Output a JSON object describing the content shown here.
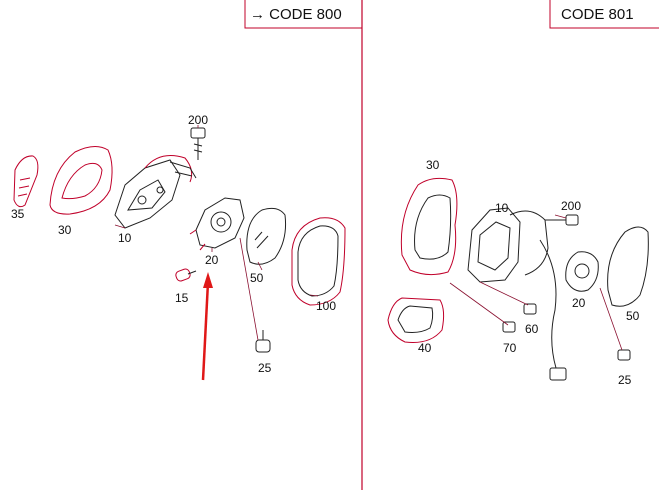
{
  "left_panel": {
    "code_label": "CODE 800",
    "callouts": [
      "35",
      "30",
      "10",
      "200",
      "20",
      "50",
      "100",
      "15",
      "25"
    ]
  },
  "right_panel": {
    "code_label": "CODE 801",
    "callouts": [
      "30",
      "10",
      "200",
      "20",
      "50",
      "40",
      "60",
      "70",
      "25"
    ]
  },
  "colors": {
    "divider": "#c0002a",
    "arrow": "#e01818",
    "outline": "#222222"
  }
}
